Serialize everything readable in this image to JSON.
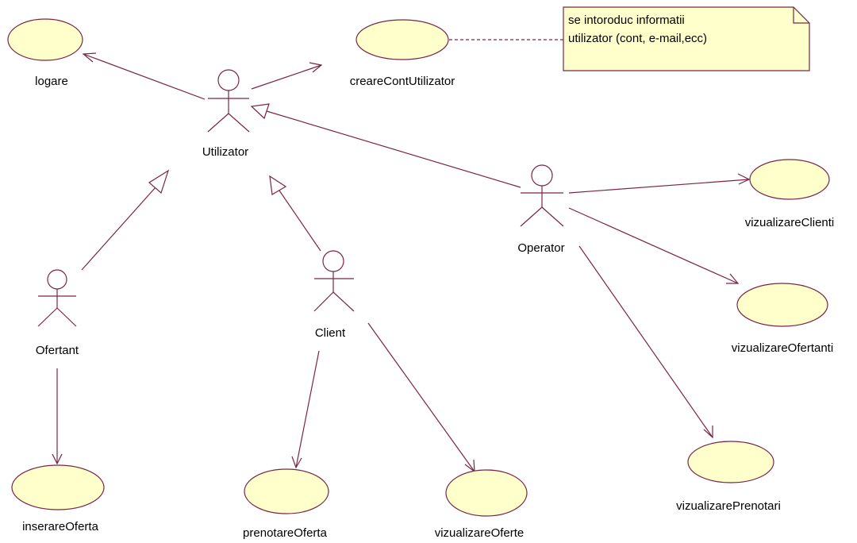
{
  "diagram": {
    "type": "UML use case diagram",
    "colors": {
      "line": "#7b2449",
      "usecase_fill": "#ffffcc",
      "usecase_stroke": "#7b2449",
      "note_fill": "#ffffcc",
      "note_stroke": "#7b2449"
    },
    "actors": {
      "utilizator": "Utilizator",
      "ofertant": "Ofertant",
      "client": "Client",
      "operator": "Operator"
    },
    "use_cases": {
      "logare": "logare",
      "creare_cont": "creareContUtilizator",
      "inserare_oferta": "inserareOferta",
      "prenotare_oferta": "prenotareOferta",
      "vizualizare_oferte": "vizualizareOferte",
      "vizualizare_clienti": "vizualizareClienti",
      "vizualizare_ofertanti": "vizualizareOfertanti",
      "vizualizare_prenotari": "vizualizarePrenotari"
    },
    "note": {
      "line1": "se intoroduc informatii",
      "line2": "utilizator (cont, e-mail,ecc)"
    }
  }
}
